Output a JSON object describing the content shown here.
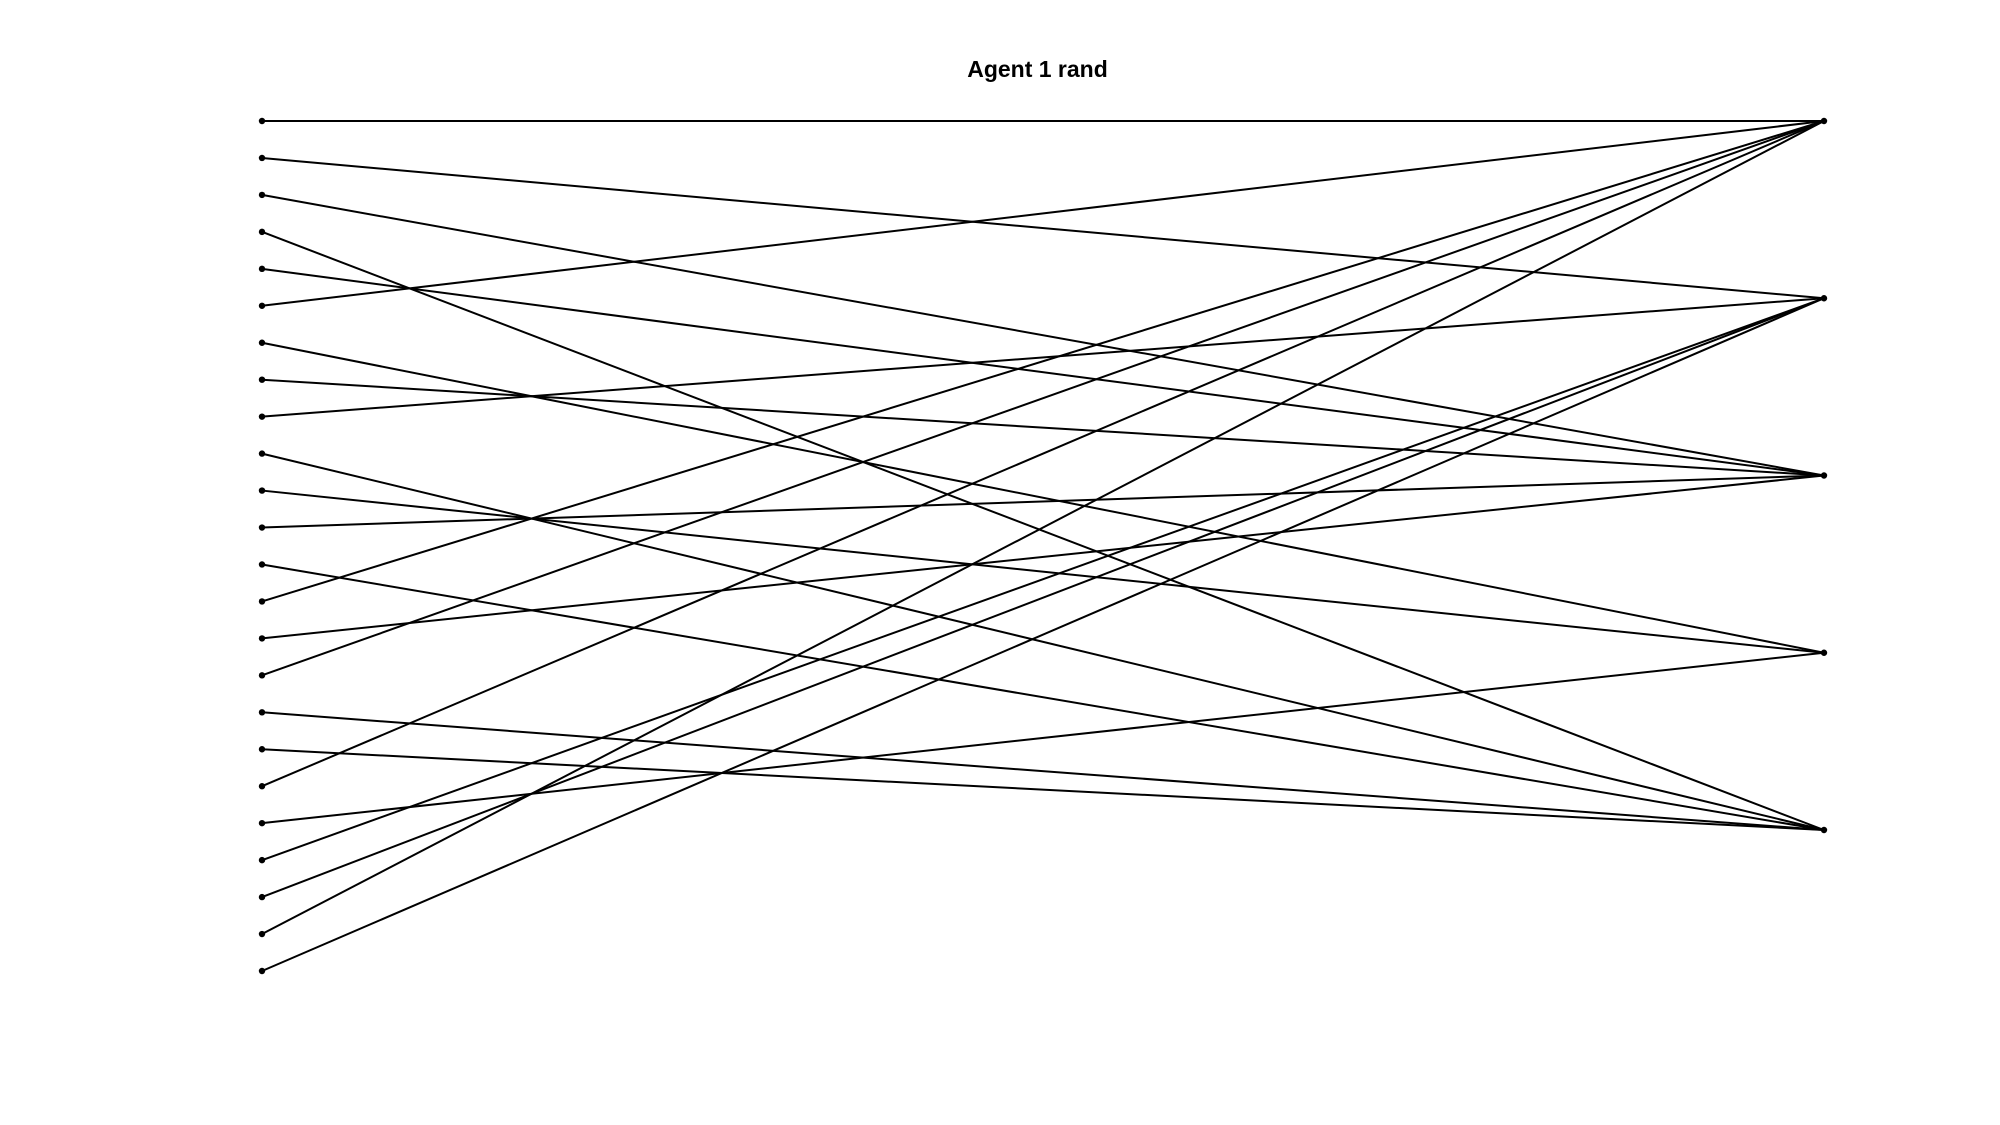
{
  "title": "Agent 1 rand",
  "diagram": {
    "type": "bipartite-assignment",
    "left_node_count": 24,
    "right_node_count": 5,
    "edges": [
      [
        0,
        0
      ],
      [
        1,
        1
      ],
      [
        2,
        2
      ],
      [
        3,
        4
      ],
      [
        4,
        2
      ],
      [
        5,
        0
      ],
      [
        6,
        3
      ],
      [
        7,
        2
      ],
      [
        8,
        1
      ],
      [
        9,
        4
      ],
      [
        10,
        3
      ],
      [
        11,
        2
      ],
      [
        12,
        4
      ],
      [
        13,
        0
      ],
      [
        14,
        2
      ],
      [
        15,
        0
      ],
      [
        16,
        4
      ],
      [
        17,
        4
      ],
      [
        18,
        0
      ],
      [
        19,
        3
      ],
      [
        20,
        1
      ],
      [
        21,
        1
      ],
      [
        22,
        0
      ],
      [
        23,
        1
      ]
    ],
    "colors": {
      "line": "#000000",
      "node": "#000000",
      "background": "#ffffff"
    }
  }
}
